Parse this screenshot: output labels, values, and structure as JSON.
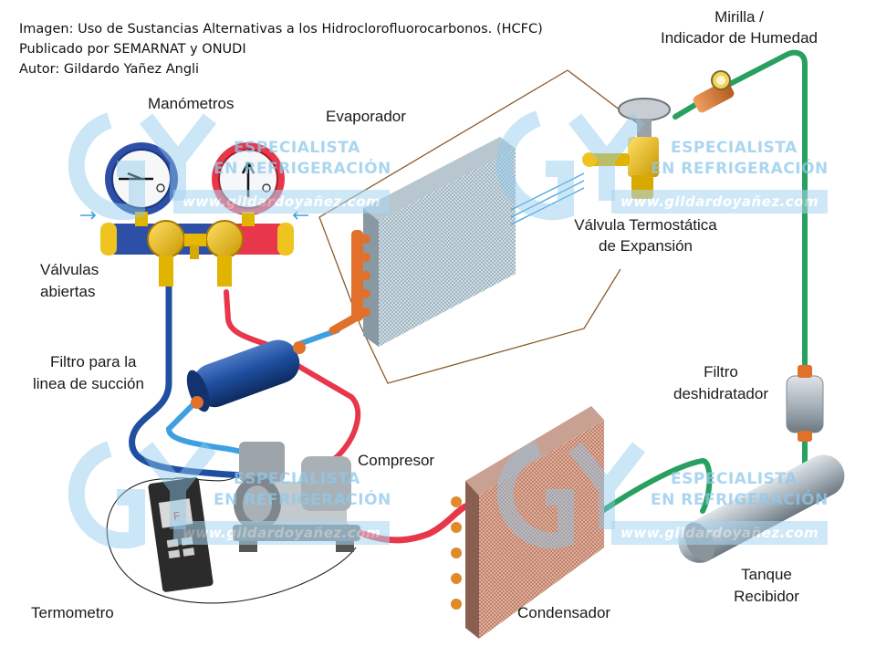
{
  "credits": {
    "line1": "Imagen: Uso de Sustancias Alternativas a los Hidroclorofluorocarbonos. (HCFC)",
    "line2": "Publicado por SEMARNAT y ONUDI",
    "line3": "Autor: Gildardo Yañez Angli"
  },
  "labels": {
    "manometros": "Manómetros",
    "evaporador": "Evaporador",
    "mirilla_l1": "Mirilla /",
    "mirilla_l2": "Indicador de Humedad",
    "valvula_termo_l1": "Válvula Termostática",
    "valvula_termo_l2": "de Expansión",
    "valvulas_l1": "Válvulas",
    "valvulas_l2": "abiertas",
    "filtro_succion_l1": "Filtro para la",
    "filtro_succion_l2": "linea de succión",
    "filtro_desh_l1": "Filtro",
    "filtro_desh_l2": "deshidratador",
    "compresor": "Compresor",
    "termometro": "Termometro",
    "condensador": "Condensador",
    "tanque_l1": "Tanque",
    "tanque_l2": "Recibidor"
  },
  "thermometer_display": "F",
  "watermark": {
    "line1": "ESPECIALISTA",
    "line2": "EN REFRIGERACIÓN",
    "url": "www.gildardoyañez.com"
  },
  "colors": {
    "suction_line": "#1f4fa0",
    "discharge_line": "#e8364b",
    "liquid_line": "#27a060",
    "watermark": "#8ec9ec"
  }
}
